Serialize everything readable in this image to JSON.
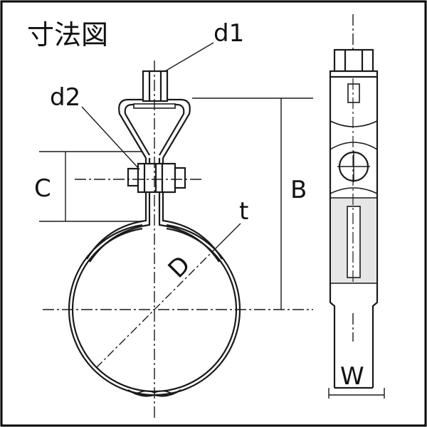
{
  "title": "寸法図",
  "labels": {
    "d1": "d1",
    "d2": "d2",
    "c": "C",
    "b": "B",
    "d": "D",
    "t": "t",
    "w": "W"
  },
  "colors": {
    "line": "#1a1a1a",
    "fill": "#ffffff",
    "shade": "#cfcfcf",
    "border": "#000000"
  }
}
